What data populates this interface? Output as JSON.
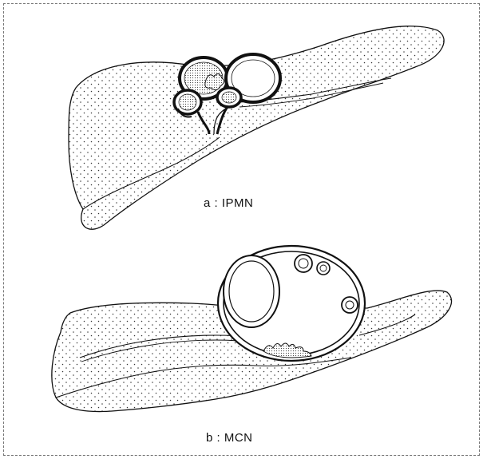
{
  "panels": [
    {
      "letter": "a",
      "separator": ":",
      "label": "IPMN"
    },
    {
      "letter": "b",
      "separator": ":",
      "label": "MCN"
    }
  ]
}
